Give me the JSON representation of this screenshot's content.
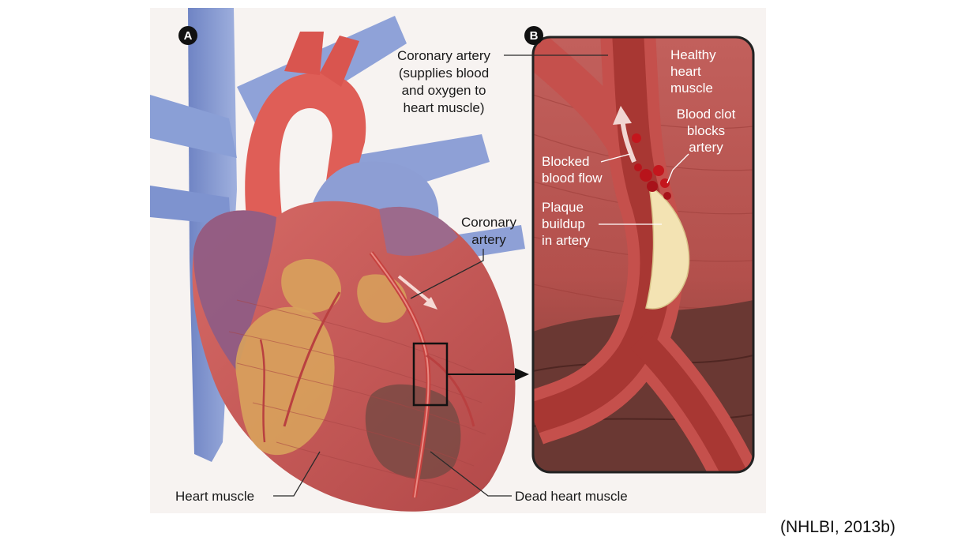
{
  "panels": {
    "a": {
      "badge": "A"
    },
    "b": {
      "badge": "B"
    }
  },
  "labels": {
    "coronary_artery_top": [
      "Coronary artery",
      "(supplies blood",
      "and oxygen to",
      "heart muscle)"
    ],
    "coronary_artery_mid": [
      "Coronary",
      "artery"
    ],
    "heart_muscle": "Heart muscle",
    "dead_heart_muscle": "Dead heart muscle",
    "healthy_heart_muscle": [
      "Healthy",
      "heart",
      "muscle"
    ],
    "blood_clot": [
      "Blood clot",
      "blocks",
      "artery"
    ],
    "blocked_blood_flow": [
      "Blocked",
      "blood flow"
    ],
    "plaque_buildup": [
      "Plaque",
      "buildup",
      "in artery"
    ]
  },
  "citation": "(NHLBI, 2013b)",
  "colors": {
    "muscle": "#c75a5a",
    "muscle_dark": "#8f3a3a",
    "vein_blue": "#7b8fc9",
    "artery_red": "#d9554f",
    "fat_yellow": "#d8a25c",
    "plaque": "#f3e3b3",
    "dead_tissue": "#7a4a44",
    "panel_border": "#222222"
  }
}
